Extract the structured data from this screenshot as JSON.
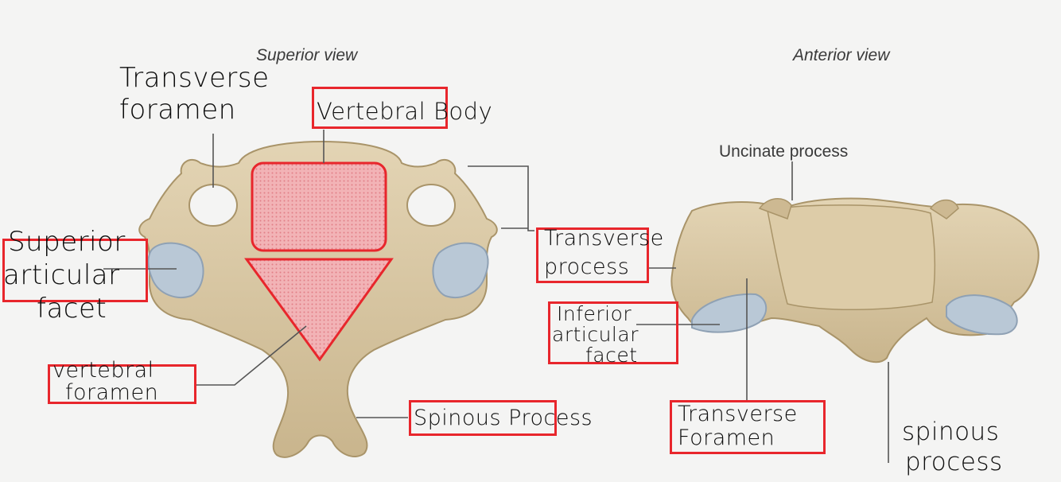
{
  "views": {
    "superior": "Superior view",
    "anterior": "Anterior view"
  },
  "printed_labels": {
    "uncinate_process": "Uncinate process"
  },
  "handwritten_labels": {
    "transverse_foramen_top": [
      "Transverse",
      "foramen"
    ],
    "vertebral_body": "Vertebral Body",
    "superior_articular_facet": [
      "Superior",
      "articular",
      "facet"
    ],
    "vertebral_foramen": [
      "vertebral",
      "foramen"
    ],
    "spinous_process_left": "Spinous Process",
    "transverse_process": [
      "Transverse",
      "process"
    ],
    "inferior_articular_facet": [
      "Inferior",
      "articular",
      "facet"
    ],
    "transverse_foramen_bottom": [
      "Transverse",
      "Foramen"
    ],
    "spinous_process_right": [
      "spinous",
      "process"
    ]
  },
  "colors": {
    "bone": "#d8c6a2",
    "bone_shadow": "#b9a67f",
    "facet": "#b9c8d6",
    "highlight_fill": "#ef9a9f",
    "highlight_border": "#e8262c",
    "leader_line": "#555555"
  }
}
